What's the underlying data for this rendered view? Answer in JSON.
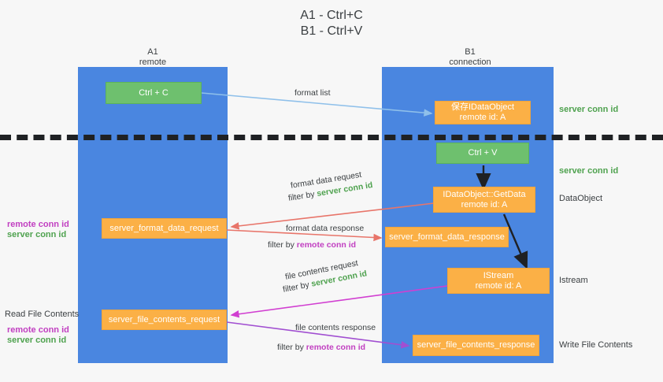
{
  "title": {
    "line1": "A1 - Ctrl+C",
    "line2": "B1 - Ctrl+V"
  },
  "columns": [
    {
      "name": "A1",
      "sub": "remote"
    },
    {
      "name": "B1",
      "sub": "connection"
    }
  ],
  "nodes": {
    "ctrl_c": "Ctrl + C",
    "ctrl_v": "Ctrl + V",
    "idataobject_top": "保存IDataObject\nremote id: A",
    "idataobject_getdata": "IDataObject::GetData\nremote id: A",
    "istream": "IStream\nremote id: A",
    "server_format_data_request": "server_format_data_request",
    "server_format_data_response": "server_format_data_response",
    "server_file_contents_request": "server_file_contents_request",
    "server_file_contents_response": "server_file_contents_response"
  },
  "edges": {
    "format_list": "format list",
    "format_data_request": "format data request",
    "format_data_request_filter_prefix": "filter by ",
    "format_data_request_filter_value": "server conn id",
    "format_data_response": "format data response",
    "format_data_response_filter_prefix": "filter by ",
    "format_data_response_filter_value": "remote conn id",
    "file_contents_request": "file contents request",
    "file_contents_request_filter_prefix": "filter by ",
    "file_contents_request_filter_value": "server conn id",
    "file_contents_response": "file contents response",
    "file_contents_response_filter_prefix": "filter by ",
    "file_contents_response_filter_value": "remote conn id"
  },
  "right_labels": {
    "server_conn_id_1": "server conn id",
    "server_conn_id_2": "server conn id",
    "dataobject": "DataObject",
    "istream": "Istream",
    "write_file_contents": "Write File Contents"
  },
  "left_labels": {
    "remote_conn_id_1": "remote conn id",
    "server_conn_id_1": "server conn id",
    "read_file_contents": "Read File Contents",
    "remote_conn_id_2": "remote conn id",
    "server_conn_id_2": "server conn id"
  },
  "colors": {
    "lane": "#4a86e0",
    "green_node": "#6ec06e",
    "orange_node": "#fbb046",
    "green_text": "#4fa24f",
    "purple_text": "#c13fc1",
    "light_blue_wire": "#8fc0ea",
    "red_wire": "#e8756a",
    "magenta_wire": "#d13fd1",
    "purple_wire": "#a14fd1",
    "black_wire": "#1f2124",
    "background": "#f7f7f7"
  }
}
